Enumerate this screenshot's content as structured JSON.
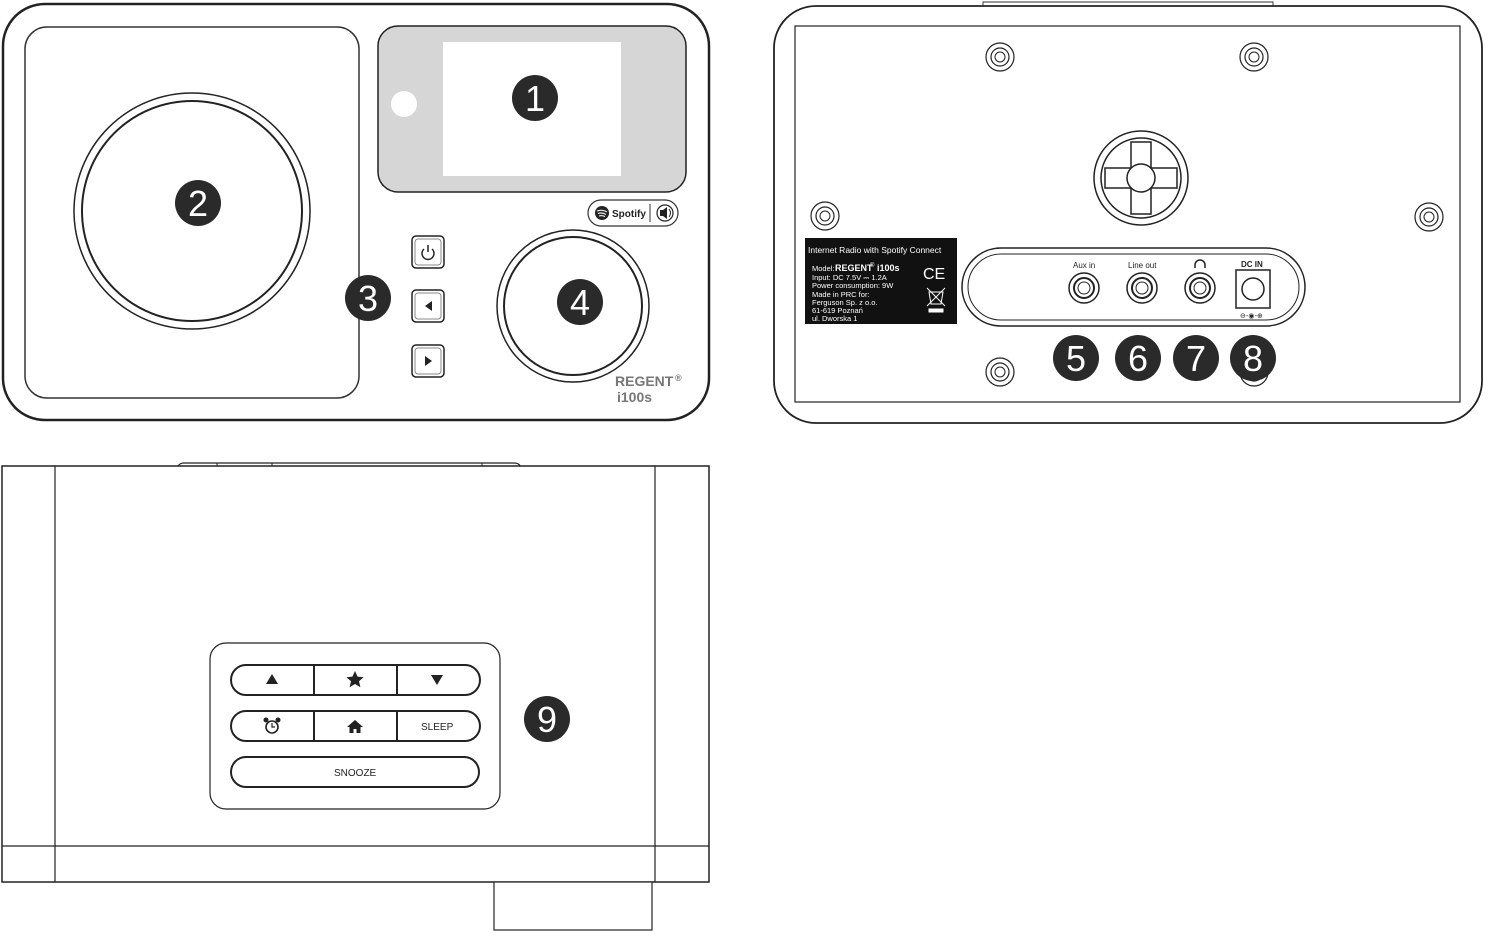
{
  "front": {
    "brand_name": "REGENT",
    "brand_mark": "®",
    "model": "i100s",
    "spotify_text": "Spotify",
    "icons": [
      "power-icon",
      "left-arrow-icon",
      "right-arrow-icon",
      "spotify-icon",
      "speaker-icon"
    ]
  },
  "back": {
    "label_title": "Internet Radio with Spotify Connect",
    "label_model_prefix": "Model:",
    "label_model_brand": "REGENT",
    "label_model_mark": "®",
    "label_model_name": "i100s",
    "label_input": "Input: DC 7.5V ⎓ 1.2A",
    "label_power": "Power consumption: 9W",
    "label_made_in": "Made in PRC for:",
    "label_company": "Ferguson Sp. z o.o.",
    "label_postal": "61-619 Poznań",
    "label_street": "ul. Dworska 1",
    "ce_mark": "CE",
    "ports": {
      "aux_in": "Aux in",
      "line_out": "Line out",
      "dc_in": "DC IN"
    },
    "dc_polarity": "⊖-◉-⊕"
  },
  "top": {
    "buttons": {
      "sleep": "SLEEP",
      "snooze": "SNOOZE"
    },
    "icons": [
      "up-arrow-icon",
      "star-icon",
      "down-arrow-icon",
      "alarm-clock-icon",
      "home-icon"
    ]
  },
  "callouts": [
    "1",
    "2",
    "3",
    "4",
    "5",
    "6",
    "7",
    "8",
    "9"
  ],
  "colors": {
    "callout_fill": "#2a2a2a",
    "display": "#d6d6d6",
    "label_bg": "#111111"
  }
}
